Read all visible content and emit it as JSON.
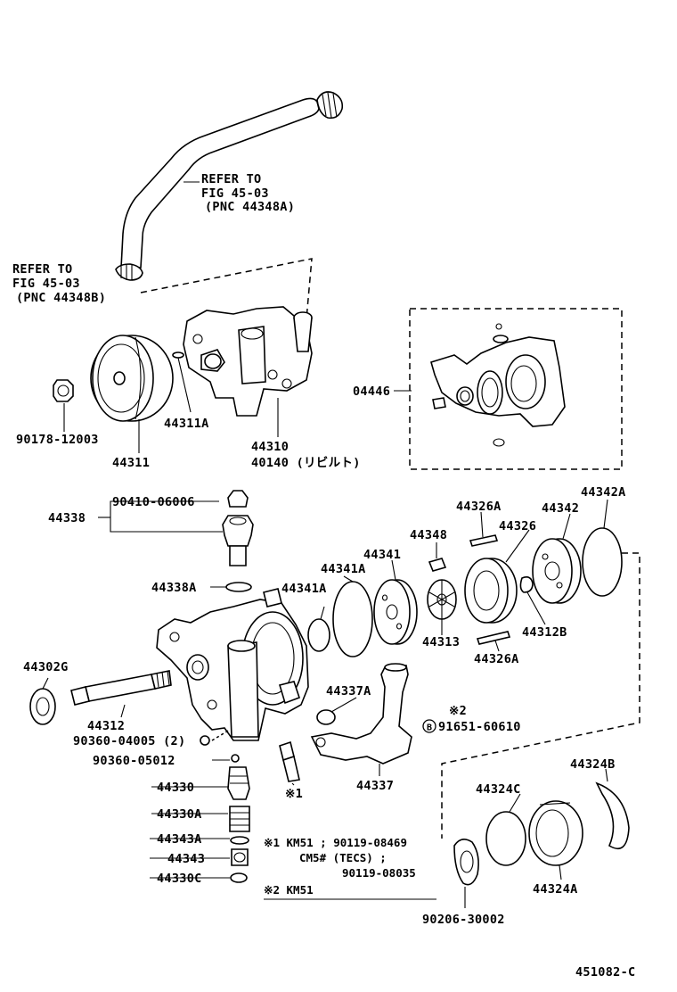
{
  "labels": {
    "refer1_l1": "REFER TO",
    "refer1_l2": "FIG 45-03",
    "refer1_l3": "(PNC 44348A)",
    "refer2_l1": "REFER TO",
    "refer2_l2": "FIG 45-03",
    "refer2_l3": "(PNC 44348B)",
    "p90178": "90178-12003",
    "p44311": "44311",
    "p44311A": "44311A",
    "p44310": "44310",
    "p40140": "40140 (リビルト)",
    "p04446": "04446",
    "p44338": "44338",
    "p90410": "90410-06006",
    "p44338A": "44338A",
    "p44302G": "44302G",
    "p44312": "44312",
    "p90360a": "90360-04005 (2)",
    "p90360b": "90360-05012",
    "p44330": "44330",
    "p44330A": "44330A",
    "p44343A": "44343A",
    "p44343": "44343",
    "p44330C": "44330C",
    "p44341A_1": "44341A",
    "p44341A_2": "44341A",
    "p44341": "44341",
    "p44348": "44348",
    "p44326A_1": "44326A",
    "p44326": "44326",
    "p44342": "44342",
    "p44342A": "44342A",
    "p44313": "44313",
    "p44312B": "44312B",
    "p44326A_2": "44326A",
    "p44337A": "44337A",
    "star2_mark": "※2",
    "p91651": "91651-60610",
    "circle_b": "B",
    "p44337": "44337",
    "star1_mark": "※1",
    "p44324B": "44324B",
    "p44324C": "44324C",
    "p44324A": "44324A",
    "p90206": "90206-30002",
    "note1_l1": "※1 KM51 ; 90119-08469",
    "note1_l2": "CM5# (TECS) ;",
    "note1_l3": "90119-08035",
    "note2": "※2 KM51",
    "figure_id": "451082-C"
  }
}
